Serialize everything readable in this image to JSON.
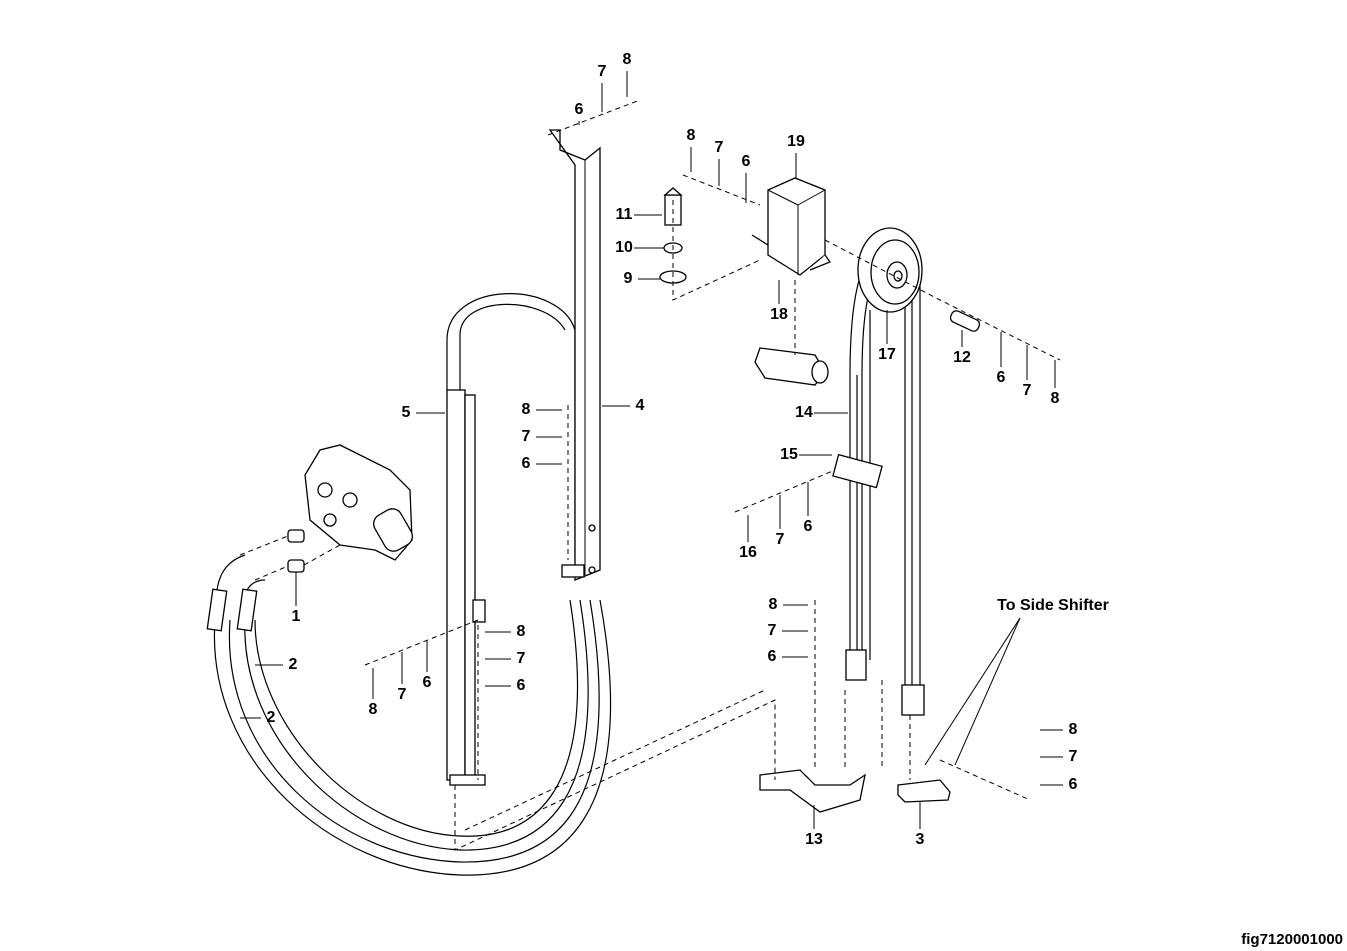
{
  "figure_id": "fig7120001000",
  "callouts": [
    "6",
    "7",
    "8",
    "8",
    "7",
    "6",
    "19",
    "11",
    "10",
    "9",
    "18",
    "17",
    "12",
    "6",
    "7",
    "8",
    "5",
    "8",
    "7",
    "6",
    "4",
    "14",
    "15",
    "16",
    "7",
    "6",
    "1",
    "2",
    "2",
    "8",
    "7",
    "6",
    "6",
    "7",
    "8",
    "8",
    "7",
    "6",
    "To Side Shifter",
    "8",
    "7",
    "6",
    "13",
    "3"
  ]
}
